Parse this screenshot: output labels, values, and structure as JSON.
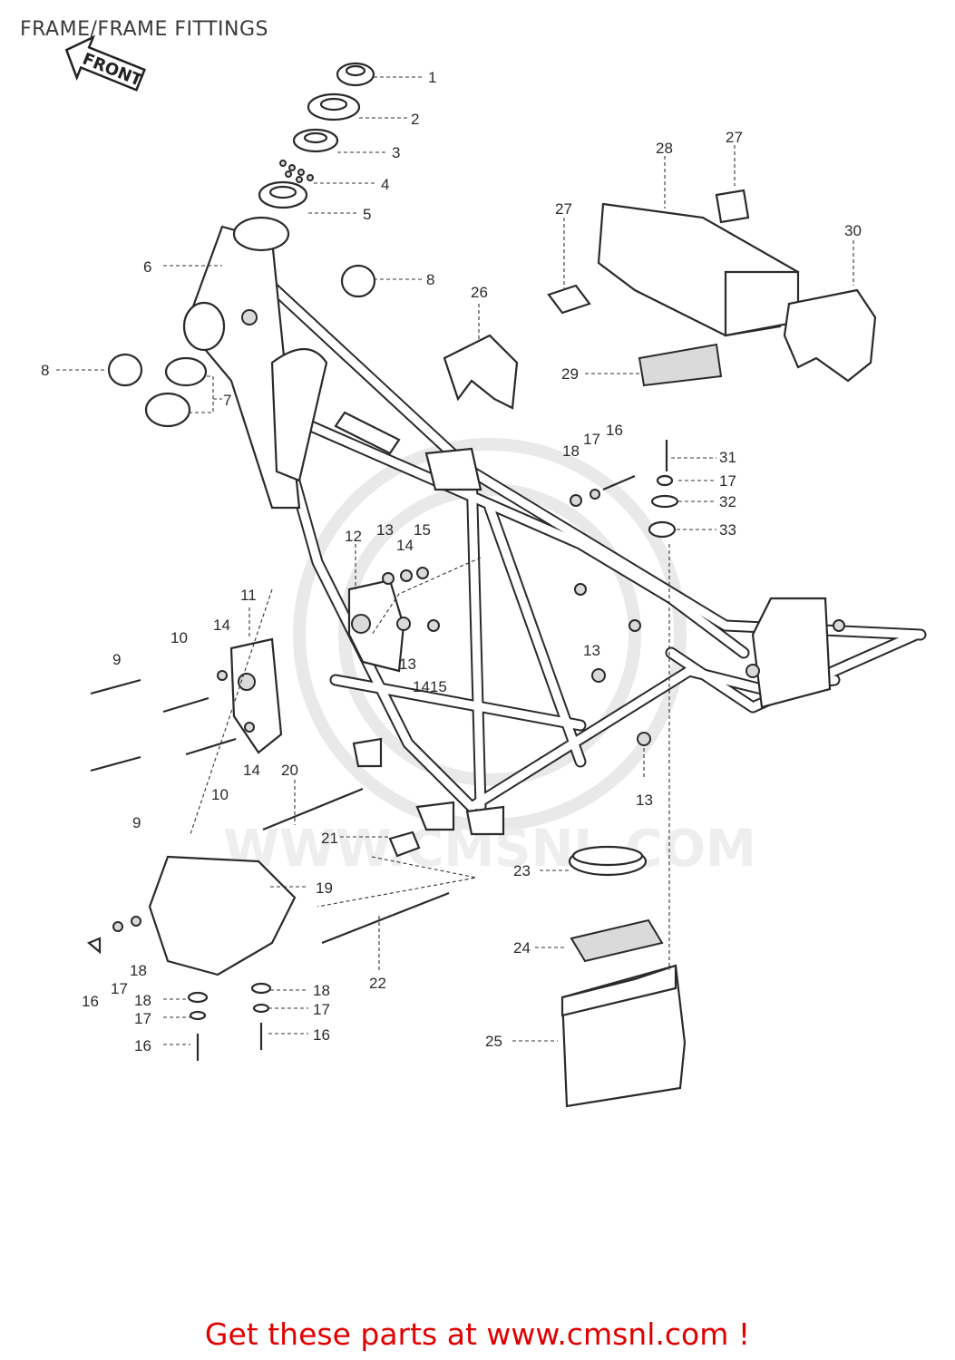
{
  "page": {
    "title": "FRAME/FRAME FITTINGS",
    "front_arrow_label": "FRONT",
    "watermark_text": "WWW.CMSNL.COM",
    "footer_link": "Get these parts at www.cmsnl.com !"
  },
  "callouts": [
    "1",
    "2",
    "3",
    "4",
    "5",
    "6",
    "7",
    "8",
    "8",
    "26",
    "27",
    "28",
    "27",
    "30",
    "29",
    "16",
    "17",
    "18",
    "31",
    "17",
    "32",
    "33",
    "12",
    "13",
    "14",
    "15",
    "13",
    "1415",
    "11",
    "10",
    "14",
    "9",
    "10",
    "14",
    "9",
    "20",
    "21",
    "13",
    "13",
    "23",
    "19",
    "24",
    "22",
    "25",
    "16",
    "17",
    "18",
    "18",
    "17",
    "16",
    "18",
    "17",
    "16"
  ],
  "colors": {
    "footer": "#e00000",
    "title": "#3a3a3a",
    "watermark": "#e9e9e9"
  }
}
